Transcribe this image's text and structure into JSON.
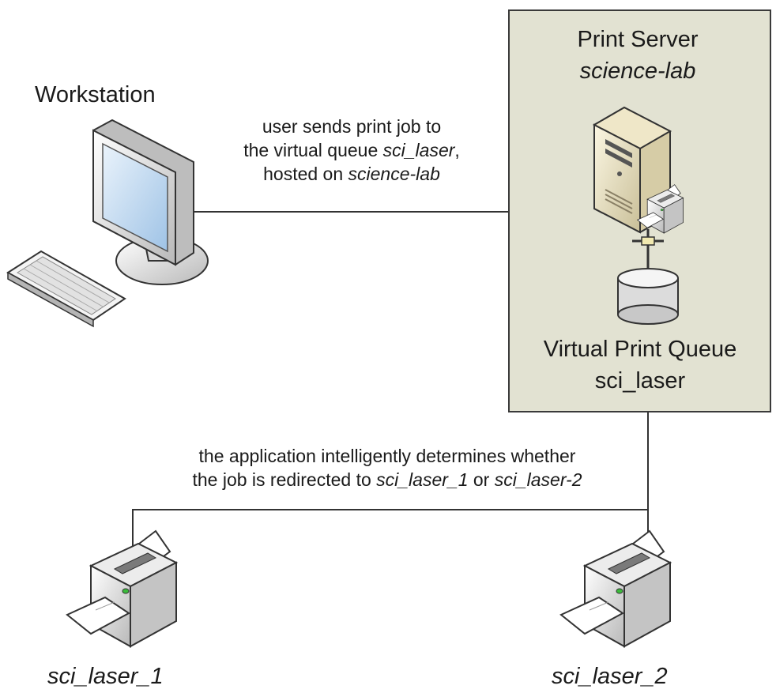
{
  "workstation": {
    "label": "Workstation"
  },
  "print_server": {
    "title": "Print Server",
    "hostname": "science-lab",
    "queue_title": "Virtual Print Queue",
    "queue_name": "sci_laser"
  },
  "note_send": {
    "line1": "user sends print job to",
    "line2_prefix": "the virtual queue ",
    "line2_queue": "sci_laser",
    "line2_suffix": ",",
    "line3_prefix": "hosted on ",
    "line3_host": "science-lab"
  },
  "note_redirect": {
    "line1": "the application intelligently determines whether",
    "line2_prefix": "the job is redirected to ",
    "line2_target1": "sci_laser_1",
    "line2_mid": " or ",
    "line2_target2": "sci_laser-2"
  },
  "printers": [
    {
      "label": "sci_laser_1"
    },
    {
      "label": "sci_laser_2"
    }
  ]
}
